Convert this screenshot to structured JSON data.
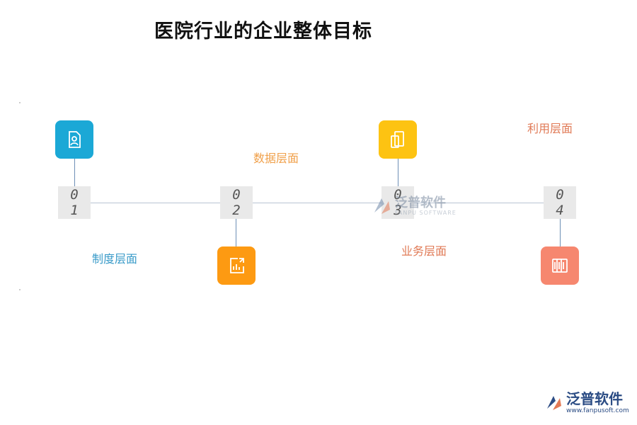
{
  "title": "医院行业的企业整体目标",
  "colors": {
    "step1": "#1ba8d6",
    "step2": "#fd9a12",
    "step3": "#fdc312",
    "step4": "#f6876f",
    "label1": "#3a9bc9",
    "label2": "#f0a04a",
    "label3": "#e07a56",
    "label4": "#e07a56"
  },
  "steps": [
    {
      "num_top": "0",
      "num_bottom": "1",
      "label": "制度层面",
      "icon": "document-person-icon"
    },
    {
      "num_top": "0",
      "num_bottom": "2",
      "label": "数据层面",
      "icon": "chart-share-icon"
    },
    {
      "num_top": "0",
      "num_bottom": "3",
      "label": "业务层面",
      "icon": "tablet-icon"
    },
    {
      "num_top": "0",
      "num_bottom": "4",
      "label": "利用层面",
      "icon": "book-columns-icon"
    }
  ],
  "watermark": {
    "cn": "泛普软件",
    "en": "FANPU SOFTWARE"
  },
  "footer_logo": {
    "cn": "泛普软件",
    "url": "www.fanpusoft.com"
  }
}
